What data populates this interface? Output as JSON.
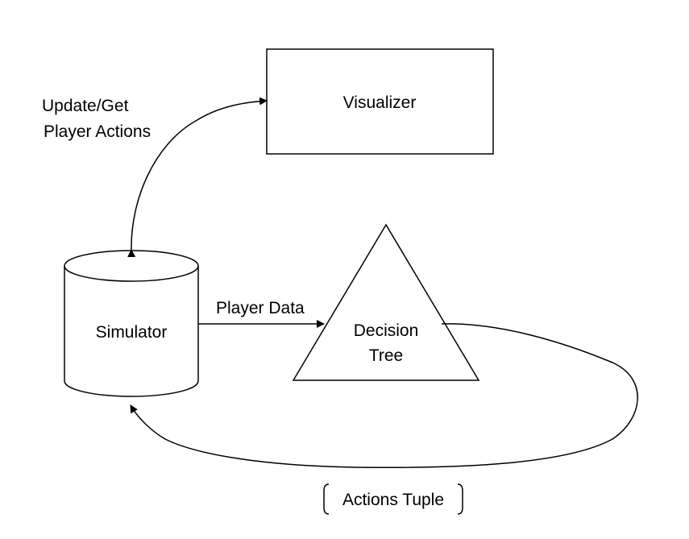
{
  "diagram": {
    "nodes": {
      "visualizer": {
        "label": "Visualizer"
      },
      "simulator": {
        "label": "Simulator"
      },
      "decision_tree": {
        "label_line1": "Decision",
        "label_line2": "Tree"
      }
    },
    "edges": {
      "update_get": {
        "label_line1": "Update/Get",
        "label_line2": "Player Actions"
      },
      "player_data": {
        "label": "Player Data"
      },
      "actions_tuple": {
        "label": "Actions Tuple"
      }
    }
  },
  "colors": {
    "stroke": "#000000",
    "background": "#ffffff"
  }
}
